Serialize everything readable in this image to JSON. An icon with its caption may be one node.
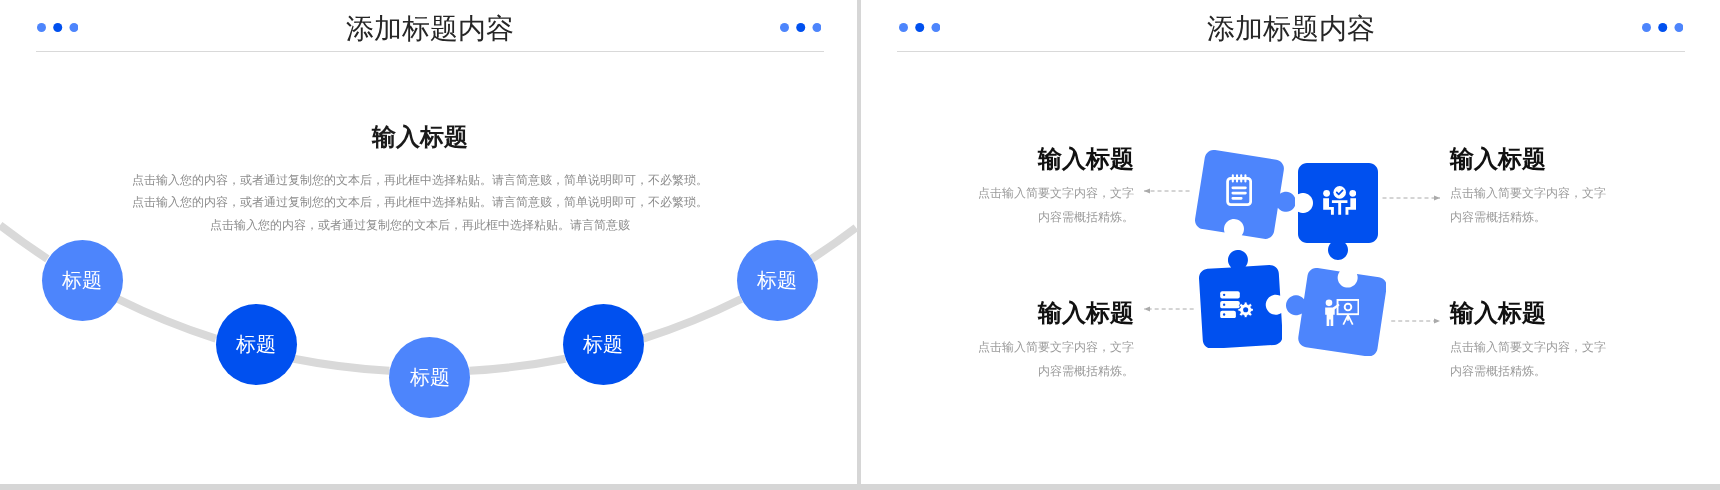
{
  "diagram": {
    "title": "添加标题内容",
    "nodes": [
      {
        "text": [
          "标题"
        ]
      },
      {
        "text": [
          "标题"
        ]
      },
      {
        "text": [
          "标题"
        ]
      },
      {
        "text": [
          "标题"
        ]
      },
      {
        "text": [
          "标题"
        ]
      },
      {
        "text": [
          "输入标题",
          "点击输入简要文字内容，文字内容需概括精炼。"
        ]
      },
      {
        "text": [],
        "shape": "puzzle"
      },
      {
        "text": [],
        "shape": "puzzle"
      },
      {
        "text": [
          "输入标题",
          "点击输入简要文字内容，文字内容需概括精炼。"
        ]
      },
      {
        "text": [
          "输入标题",
          "点击输入简要文字内容，文字内容需概括精炼。"
        ]
      },
      {
        "text": [],
        "shape": "puzzle"
      },
      {
        "text": [],
        "shape": "puzzle"
      },
      {
        "text": [
          "输入标题",
          "点击输入简要文字内容，文字内容需概括精炼。"
        ]
      }
    ],
    "edges": [
      {
        "from": null,
        "to": 0,
        "arrow": "none"
      },
      {
        "from": 0,
        "to": 1,
        "arrow": "none"
      },
      {
        "from": 1,
        "to": 2,
        "arrow": "none"
      },
      {
        "from": 2,
        "to": 3,
        "arrow": "none"
      },
      {
        "from": 3,
        "to": 4,
        "arrow": "none"
      },
      {
        "from": 4,
        "to": null,
        "arrow": "none"
      },
      {
        "from": 6,
        "to": 5,
        "arrow": "to",
        "style": "dashed",
        "color": "#aaaaaa"
      },
      {
        "from": 7,
        "to": 8,
        "arrow": "to",
        "style": "dashed",
        "color": "#aaaaaa"
      },
      {
        "from": 10,
        "to": 9,
        "arrow": "to",
        "style": "dashed",
        "color": "#aaaaaa"
      },
      {
        "from": 11,
        "to": 12,
        "arrow": "to",
        "style": "dashed",
        "color": "#aaaaaa"
      }
    ],
    "labels": [
      "输入标题",
      "点击输入您的内容，或者通过复制您的文本后，再此框中选择粘贴。请言简意赅，简单说明即可，不必繁琐。点击输入您的内容，或者通过复制您的文本后，再此框中选择粘贴。请言简意赅，简单说明即可，不必繁琐。点击输入您的内容，或者通过复制您的文本后，再此框中选择粘贴。请言简意赅",
      "添加标题内容"
    ]
  }
}
